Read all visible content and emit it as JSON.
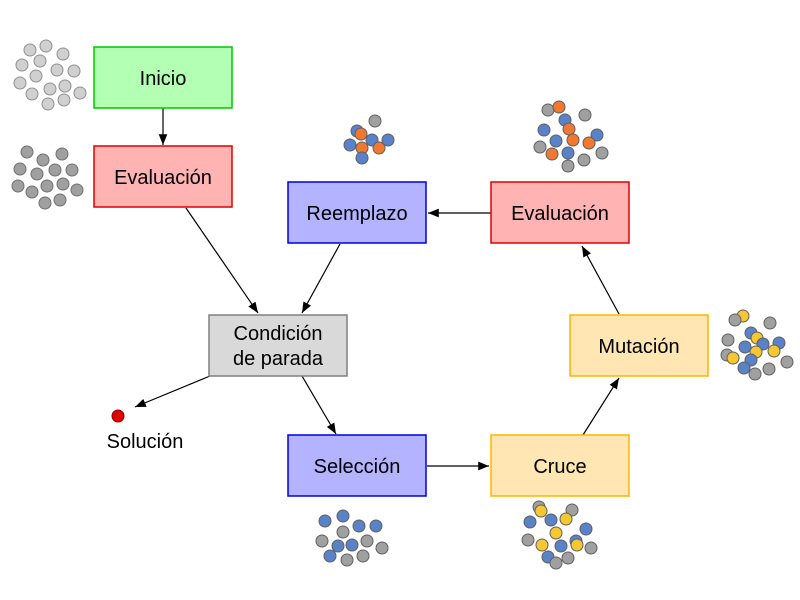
{
  "diagram": {
    "nodes": {
      "inicio": {
        "label": "Inicio"
      },
      "evaluacion_1": {
        "label": "Evaluación"
      },
      "condicion": {
        "line1": "Condición",
        "line2": "de parada"
      },
      "reemplazo": {
        "label": "Reemplazo"
      },
      "evaluacion_2": {
        "label": "Evaluación"
      },
      "seleccion": {
        "label": "Selección"
      },
      "cruce": {
        "label": "Cruce"
      },
      "mutacion": {
        "label": "Mutación"
      }
    },
    "solution": {
      "label": "Solución"
    },
    "colors": {
      "green_fill": "#b3ffb3",
      "green_stroke": "#00c800",
      "red_fill": "#ffb3b3",
      "red_stroke": "#e00000",
      "blue_fill": "#b3b3ff",
      "blue_stroke": "#0000e0",
      "gray_fill": "#d9d9d9",
      "gray_stroke": "#808080",
      "orange_fill": "#ffe6b3",
      "orange_stroke": "#ffb300",
      "dot_light_gray": "#d0d0d0",
      "dot_gray": "#a0a0a0",
      "dot_blue": "#5a82c8",
      "dot_orange": "#f07830",
      "dot_yellow": "#f5c832",
      "solution_dot": "#e00000"
    }
  }
}
